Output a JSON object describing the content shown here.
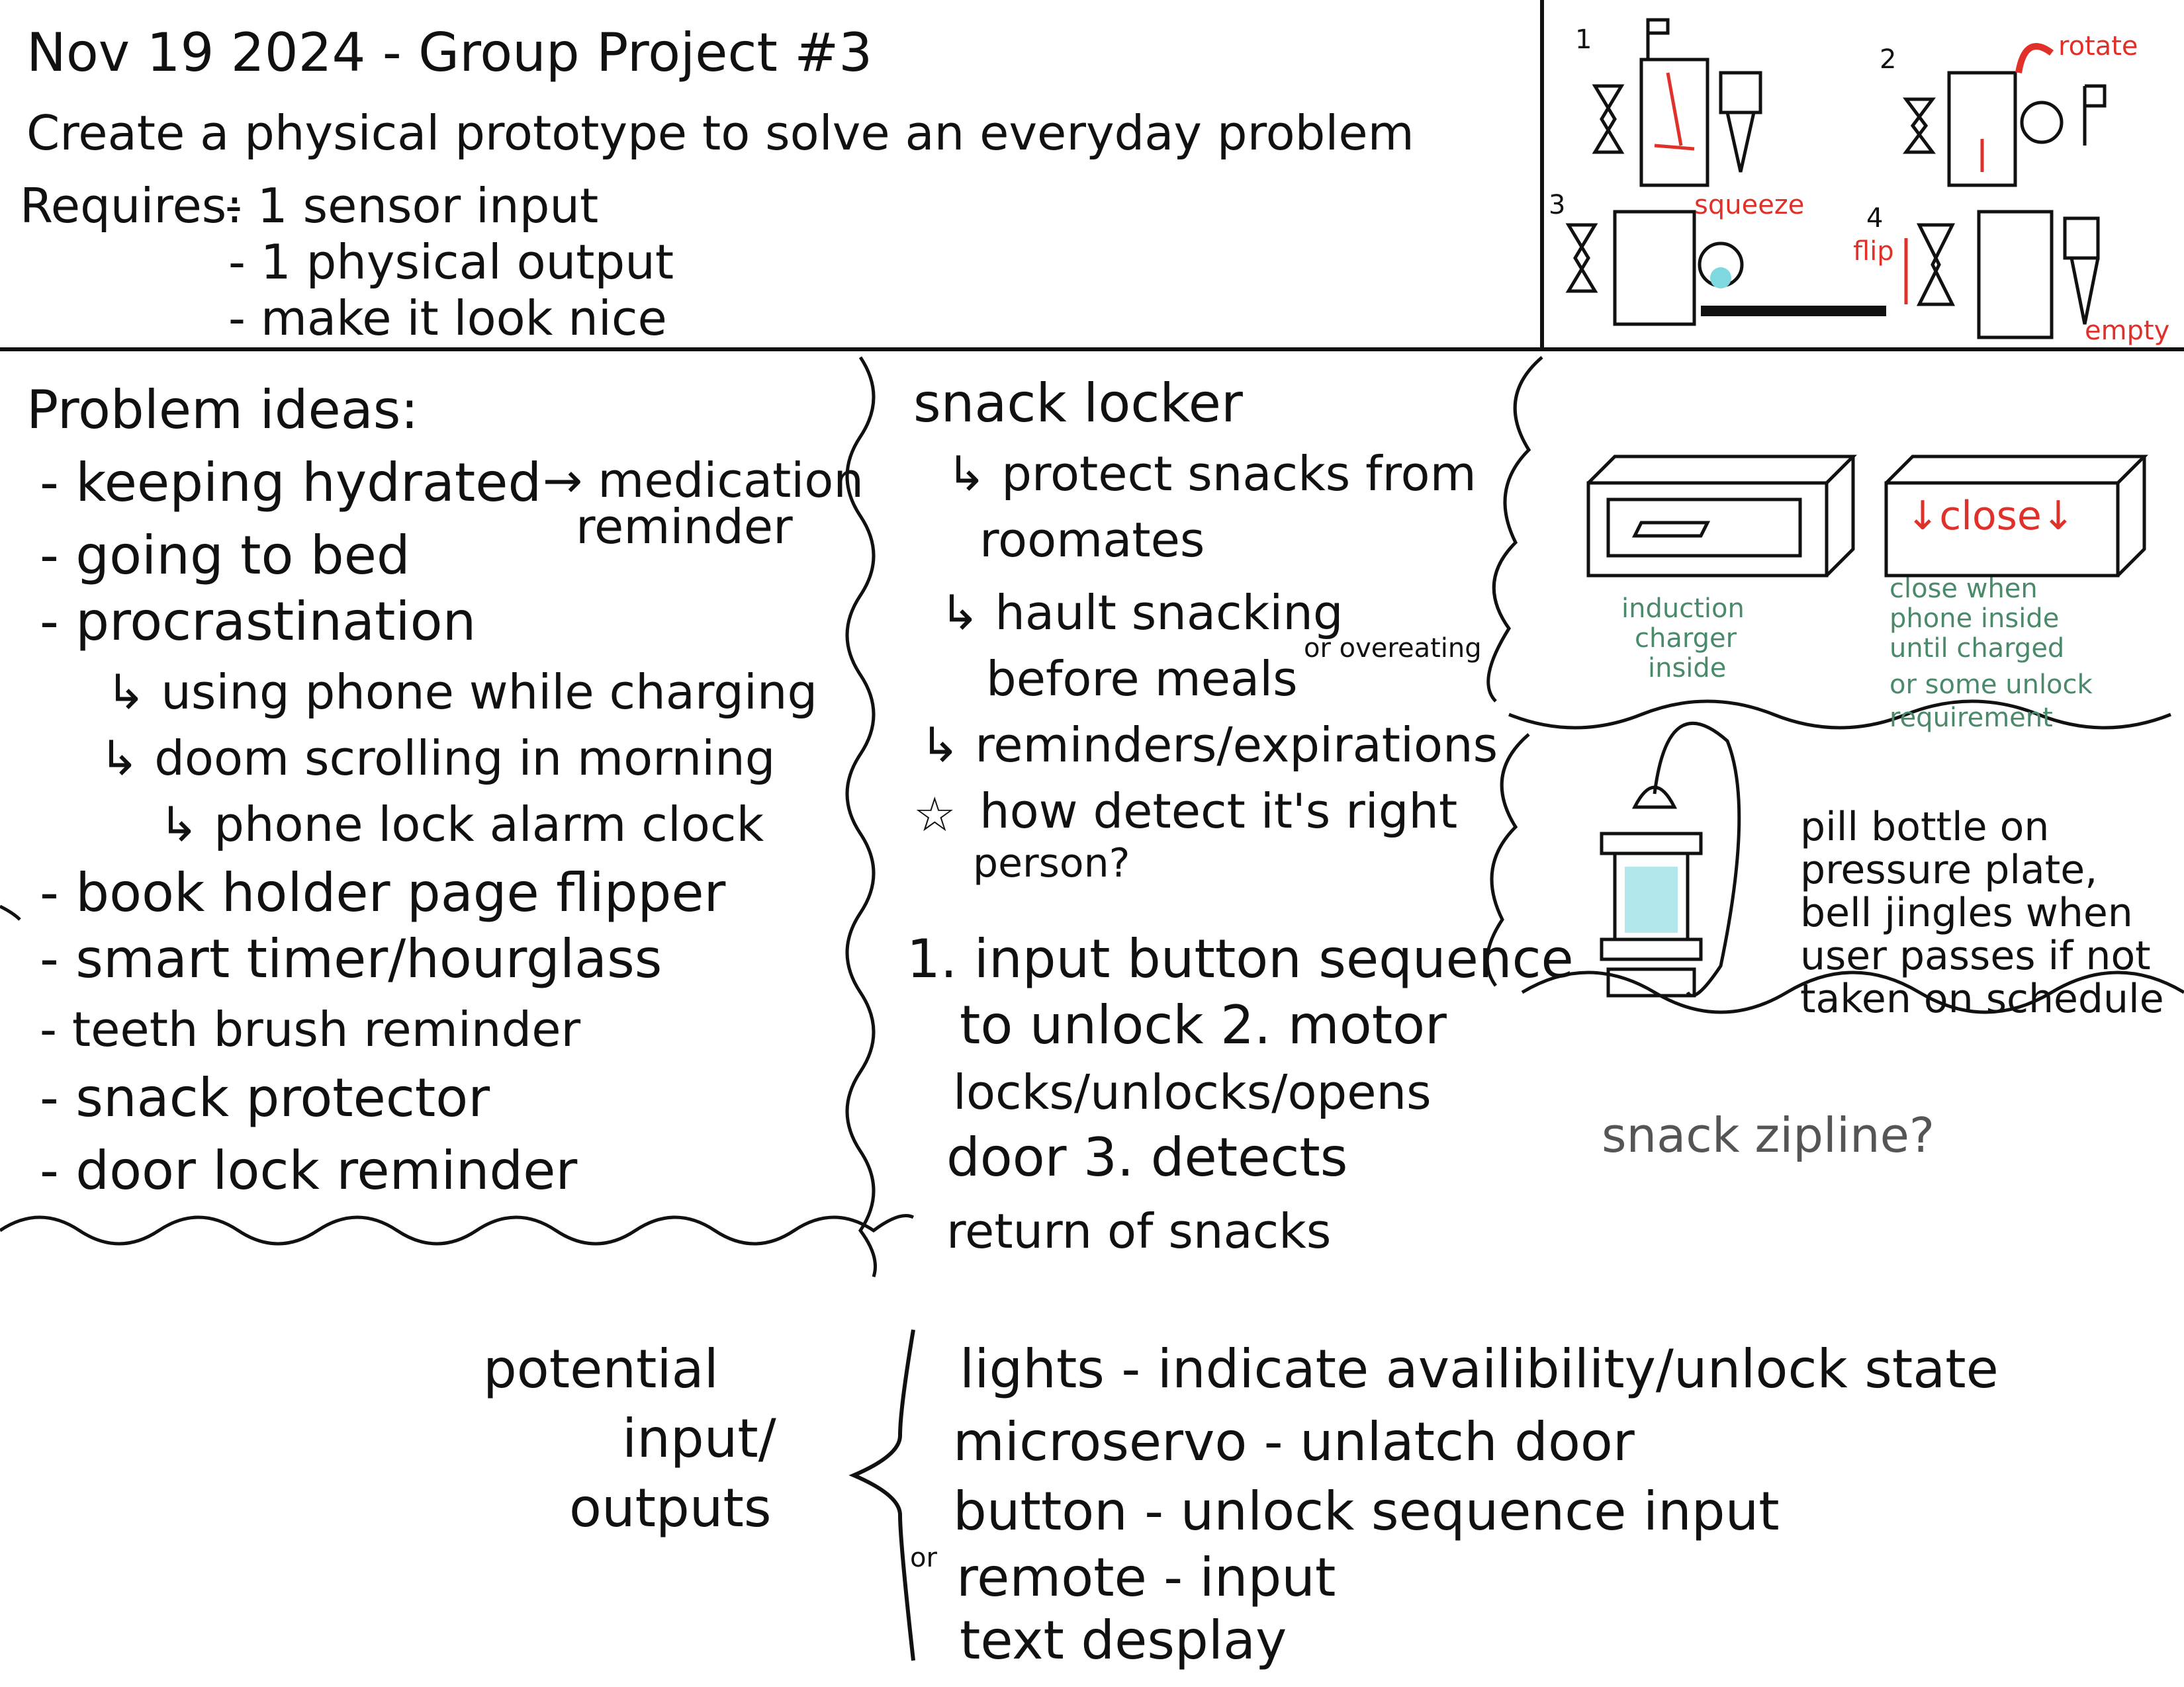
{
  "header": {
    "date_title": "Nov 19 2024 - Group Project #3",
    "task": "Create a physical prototype to solve an everyday problem",
    "requires_label": "Requires:",
    "requirements": [
      "- 1 sensor input",
      "- 1 physical output",
      "- make it look nice"
    ]
  },
  "problem_ideas": {
    "title": "Problem ideas:",
    "items": [
      "- keeping hydrated",
      "- going to bed",
      "- procrastination",
      "↳ using phone while charging",
      "↳ doom scrolling in morning",
      "↳ phone lock alarm clock",
      "- book holder page flipper",
      "- smart timer/hourglass",
      "- teeth brush reminder",
      "- snack protector",
      "- door lock reminder"
    ],
    "side_note_1": "→ medication",
    "side_note_2": "reminder"
  },
  "snack_locker": {
    "title": "snack locker",
    "lines": [
      "↳ protect snacks from",
      "roomates",
      "↳ hault snacking",
      "before meals",
      "↳ reminders/expirations",
      "how detect it's right",
      "person?"
    ],
    "or_overeating": "or overeating",
    "question_marker": "☆",
    "steps": [
      "1. input button sequence",
      "to unlock  2. motor",
      "locks/unlocks/opens",
      "door  3. detects",
      "return of snacks"
    ]
  },
  "hourglass_sketch": {
    "steps": [
      "1",
      "2",
      "3",
      "4"
    ],
    "rotate": "rotate",
    "squeeze": "squeeze",
    "flip": "flip",
    "empty": "empty"
  },
  "phone_box_sketch": {
    "close_label": "↓close↓",
    "induction_note": [
      "induction",
      "charger",
      "inside"
    ],
    "close_note": [
      "close when",
      "phone inside",
      "until charged",
      "or some unlock",
      "requirement"
    ]
  },
  "pill_sketch": {
    "note": [
      "pill bottle on",
      "pressure plate,",
      "bell jingles when",
      "user passes if not",
      "taken on schedule"
    ]
  },
  "zipline": "snack zipline?",
  "io": {
    "label": [
      "potential",
      "input/",
      "outputs"
    ],
    "items": [
      "lights - indicate availibility/unlock state",
      "microservo - unlatch door",
      "button - unlock sequence input",
      "remote - input",
      "text desplay"
    ],
    "or": "or"
  },
  "colors": {
    "ink": "#111111",
    "accent_red": "#e0302a",
    "note_green": "#4a8a6a",
    "water_cyan": "#7fd8e0"
  }
}
